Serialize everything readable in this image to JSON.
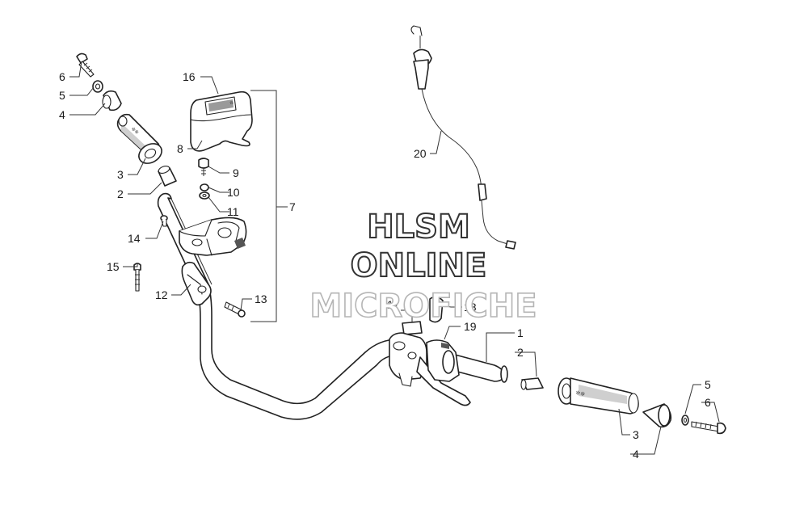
{
  "watermark": {
    "line1": "HLSM",
    "line2": "ONLINE",
    "line3": "MICROFICHE"
  },
  "callouts": {
    "c1": "1",
    "c2_left": "2",
    "c2_right": "2",
    "c3_left": "3",
    "c3_right": "3",
    "c4_left": "4",
    "c4_right": "4",
    "c5_left": "5",
    "c5_right": "5",
    "c6_left": "6",
    "c6_right": "6",
    "c7": "7",
    "c8": "8",
    "c9": "9",
    "c10": "10",
    "c11": "11",
    "c12": "12",
    "c13": "13",
    "c14": "14",
    "c15": "15",
    "c16": "16",
    "c17": "17",
    "c18": "18",
    "c19": "19",
    "c20": "20"
  },
  "colors": {
    "linework": "#222222",
    "watermark_dark": "#333333",
    "watermark_light": "#b5b5b5",
    "background": "#ffffff"
  }
}
